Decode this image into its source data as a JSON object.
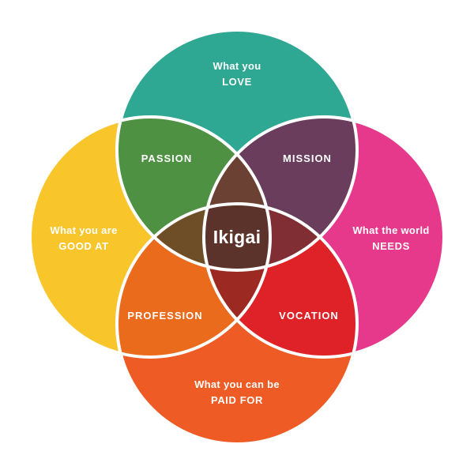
{
  "diagram": {
    "title": "Ikigai",
    "stroke_color": "#ffffff",
    "background_color": "#ffffff",
    "circles": {
      "love": {
        "line1": "What you",
        "line2": "LOVE",
        "color": "#2fa893"
      },
      "good_at": {
        "line1": "What you are",
        "line2": "GOOD AT",
        "color": "#f8c62b"
      },
      "needs": {
        "line1": "What the world",
        "line2": "NEEDS",
        "color": "#e6398b"
      },
      "paid_for": {
        "line1": "What you can be",
        "line2": "PAID FOR",
        "color": "#ef5b24"
      }
    },
    "overlaps": {
      "passion": {
        "label": "PASSION",
        "color": "#4f9143"
      },
      "mission": {
        "label": "MISSION",
        "color": "#693d5b"
      },
      "profession": {
        "label": "PROFESSION",
        "color": "#eb6b1d"
      },
      "vocation": {
        "label": "VOCATION",
        "color": "#df2227"
      },
      "love_goodat_needs": {
        "color": "#6b4134"
      },
      "love_goodat_paidfor": {
        "color": "#6e4e26"
      },
      "love_needs_paidfor": {
        "color": "#802e33"
      },
      "goodat_needs_paidfor": {
        "color": "#9c2a22"
      },
      "center": {
        "label": "Ikigai",
        "color": "#5b332b"
      }
    }
  }
}
